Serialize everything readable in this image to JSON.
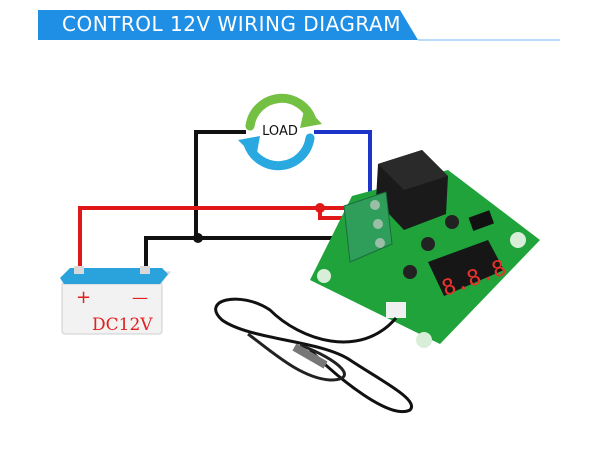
{
  "header": {
    "title": "CONTROL 12V WIRING DIAGRAM",
    "bar_color": "#1f8fe6",
    "accent_line_color": "#9fcff5"
  },
  "load": {
    "label": "LOAD",
    "arrow_color_top": "#74c043",
    "arrow_color_bottom": "#29a9e0"
  },
  "battery": {
    "label": "DC12V",
    "plus_symbol": "+",
    "minus_symbol": "—",
    "case_color": "#f2f2f2",
    "cap_color": "#2aa3dd",
    "symbol_color": "#e02020"
  },
  "wires": {
    "positive_color": "#e01818",
    "negative_color": "#111111",
    "load_return_color": "#1c34c8"
  },
  "board": {
    "pcb_color": "#1fa33a",
    "relay_color": "#1a1a1a",
    "terminal_color": "#2f9e5a",
    "display_digits": "8.8.8",
    "display_color": "#e8322a"
  }
}
